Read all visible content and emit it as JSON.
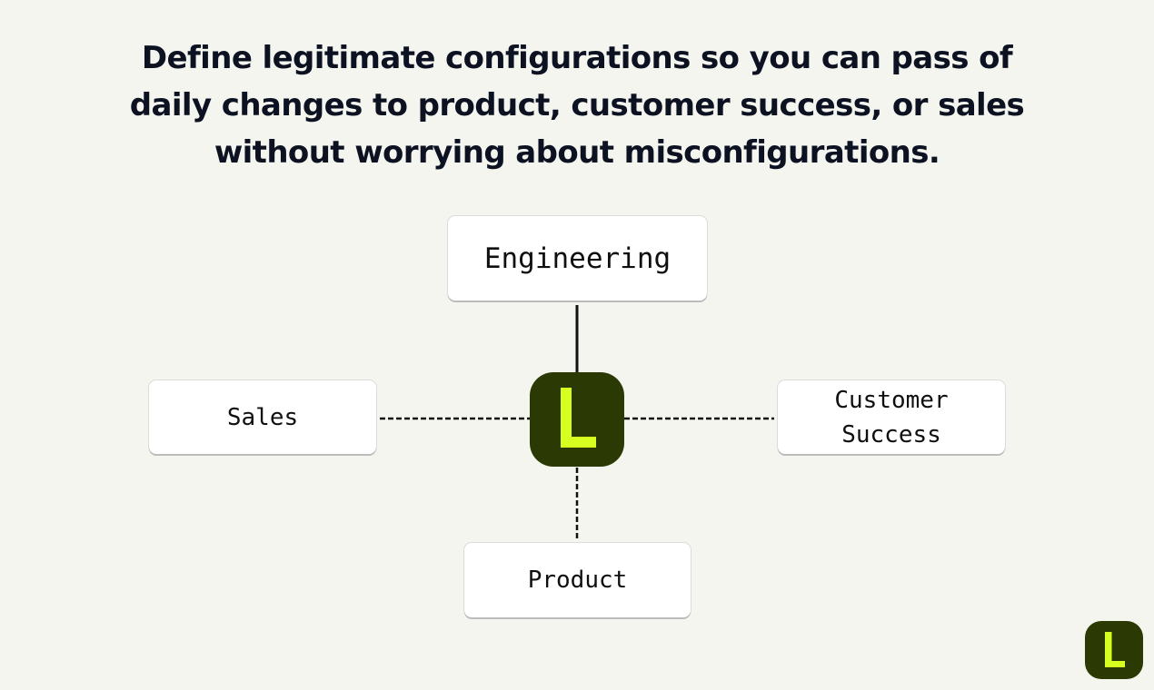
{
  "headline": "Define legitimate configurations so you can pass of daily changes to product, customer success, or sales without worrying about misconfigurations.",
  "diagram": {
    "nodes": {
      "engineering": "Engineering",
      "sales": "Sales",
      "customer_success": "Customer\nSuccess",
      "product": "Product"
    },
    "connections": [
      {
        "from": "engineering",
        "to": "hub",
        "style": "solid"
      },
      {
        "from": "sales",
        "to": "hub",
        "style": "dashed"
      },
      {
        "from": "customer_success",
        "to": "hub",
        "style": "dashed"
      },
      {
        "from": "product",
        "to": "hub",
        "style": "dashed"
      }
    ],
    "hub": {
      "icon": "brand-logo-icon"
    }
  },
  "corner_logo": {
    "icon": "brand-logo-icon"
  },
  "colors": {
    "background": "#f4f5ee",
    "text": "#0d1223",
    "logo_bg": "#2b3a05",
    "logo_accent": "#d7ff1f",
    "node_bg": "#ffffff",
    "connector": "#111111"
  }
}
